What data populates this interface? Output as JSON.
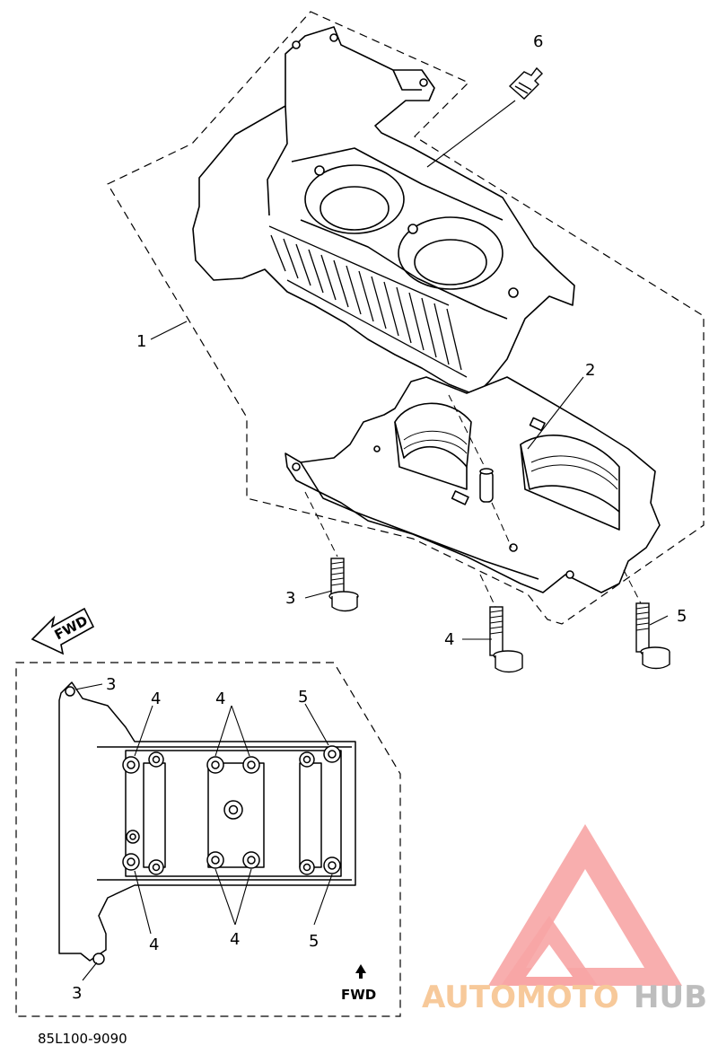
{
  "diagram": {
    "part_labels": [
      "1",
      "2",
      "3",
      "4",
      "5",
      "6"
    ],
    "fwd_arrow_label": "FWD",
    "inset_fwd_label": "FWD",
    "drawing_code": "85L100-9090",
    "inset_labels": {
      "top_left": "3",
      "top_4_left": "4",
      "top_4_center": "4",
      "top_5": "5",
      "bottom_4_left": "4",
      "bottom_4_center": "4",
      "bottom_5": "5",
      "bottom_3": "3"
    }
  },
  "watermark": {
    "text_left": "AUTOMOTO",
    "text_right": "HUB",
    "color_left": "#f7c99a",
    "color_right": "#c0c0c0",
    "triangle_color": "#f29a9a"
  }
}
